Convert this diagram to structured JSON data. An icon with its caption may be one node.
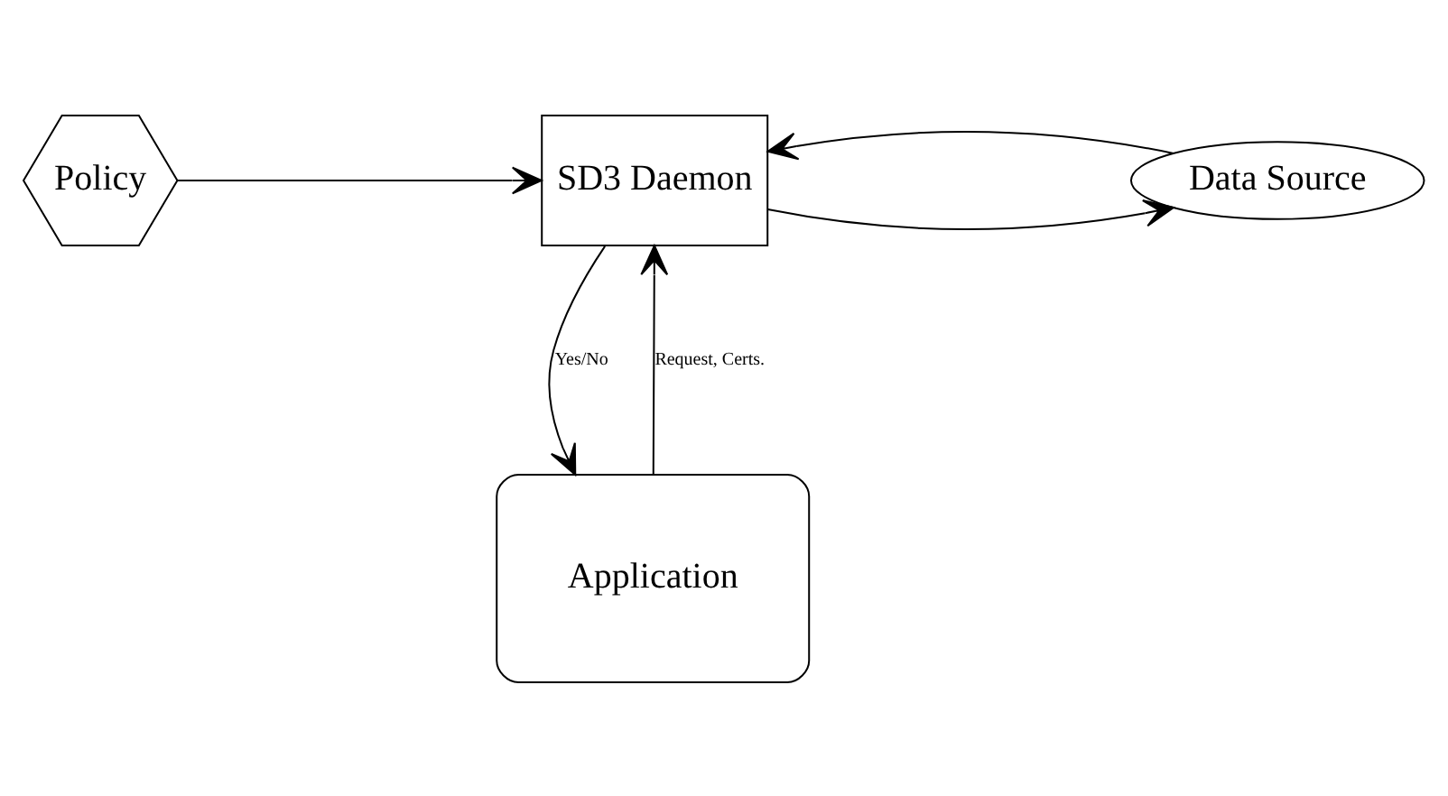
{
  "diagram": {
    "nodes": [
      {
        "text": [
          "Policy"
        ]
      },
      {
        "text": [
          "SD3 Daemon"
        ]
      },
      {
        "text": [
          "Data Source"
        ]
      },
      {
        "text": [
          "Application"
        ]
      }
    ],
    "edges": [
      {
        "from": 0,
        "to": 1,
        "arrow": "to"
      },
      {
        "from": 1,
        "to": 2,
        "arrow": "to"
      },
      {
        "from": 2,
        "to": 1,
        "arrow": "to"
      },
      {
        "from": 3,
        "to": 1,
        "arrow": "to",
        "label": "Request, Certs."
      },
      {
        "from": 1,
        "to": 3,
        "arrow": "to",
        "label": "Yes/No"
      }
    ]
  }
}
